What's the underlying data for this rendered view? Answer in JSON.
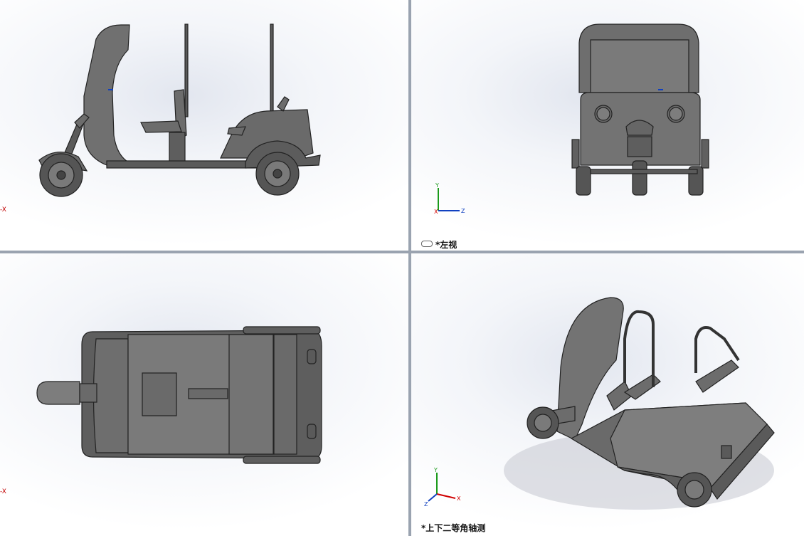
{
  "viewports": {
    "top_left": {
      "view_name": "",
      "edge_axis": "-X"
    },
    "top_right": {
      "view_name": "*左视",
      "triad": {
        "y": "Y",
        "x": "X",
        "z": "Z"
      }
    },
    "bottom_left": {
      "view_name": "",
      "edge_axis": "-X"
    },
    "bottom_right": {
      "view_name": "*上下二等角轴测",
      "triad": {
        "y": "Y",
        "x": "X",
        "z": "Z"
      }
    }
  },
  "colors": {
    "divider": "#9aa3b0",
    "axis_x": "#d00000",
    "axis_y": "#1a9a1a",
    "axis_z": "#1040c0",
    "model_fill": "#6e6e6e",
    "model_edge": "#222222"
  }
}
